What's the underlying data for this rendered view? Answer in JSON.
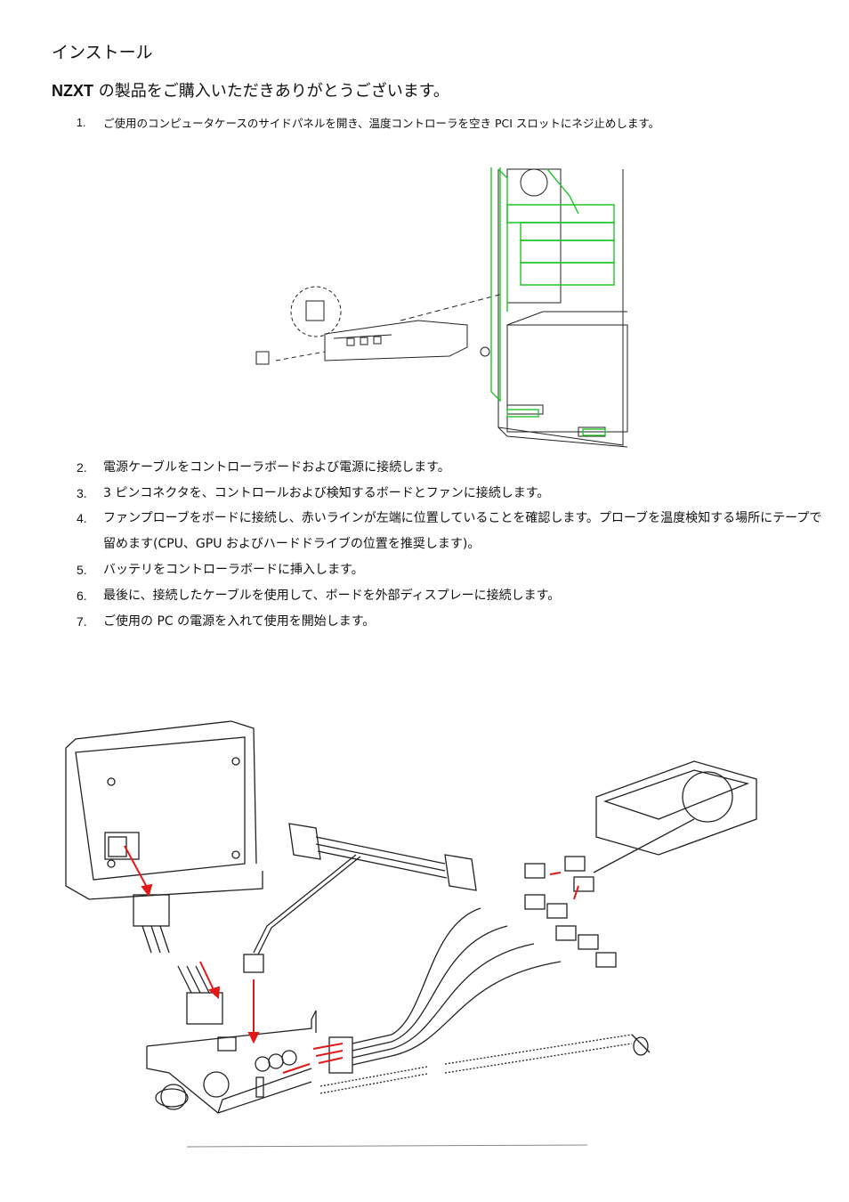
{
  "heading": "インストール",
  "intro": {
    "brand": "NZXT",
    "text": " の製品をご購入いただきありがとうございます。"
  },
  "steps": [
    {
      "num": "1.",
      "text": "ご使用のコンピュータケースのサイドパネルを開き、温度コントローラを空き PCI スロットにネジ止めします。"
    },
    {
      "num": "2.",
      "text": "電源ケーブルをコントローラボードおよび電源に接続します。"
    },
    {
      "num": "3.",
      "text": "3 ピンコネクタを、コントロールおよび検知するボードとファンに接続します。"
    },
    {
      "num": "4.",
      "text": "ファンプローブをボードに接続し、赤いラインが左端に位置していることを確認します。プローブを温度検知する場所にテープで留めます(CPU、GPU およびハードドライブの位置を推奨します)。"
    },
    {
      "num": "5.",
      "text": "バッテリをコントローラボードに挿入します。"
    },
    {
      "num": "6.",
      "text": "最後に、接続したケーブルを使用して、ボードを外部ディスプレーに接続します。"
    },
    {
      "num": "7.",
      "text": "ご使用の PC の電源を入れて使用を開始します。"
    }
  ],
  "colors": {
    "highlight_green": "#22c42a",
    "arrow_red": "#e01818",
    "line": "#222222"
  }
}
